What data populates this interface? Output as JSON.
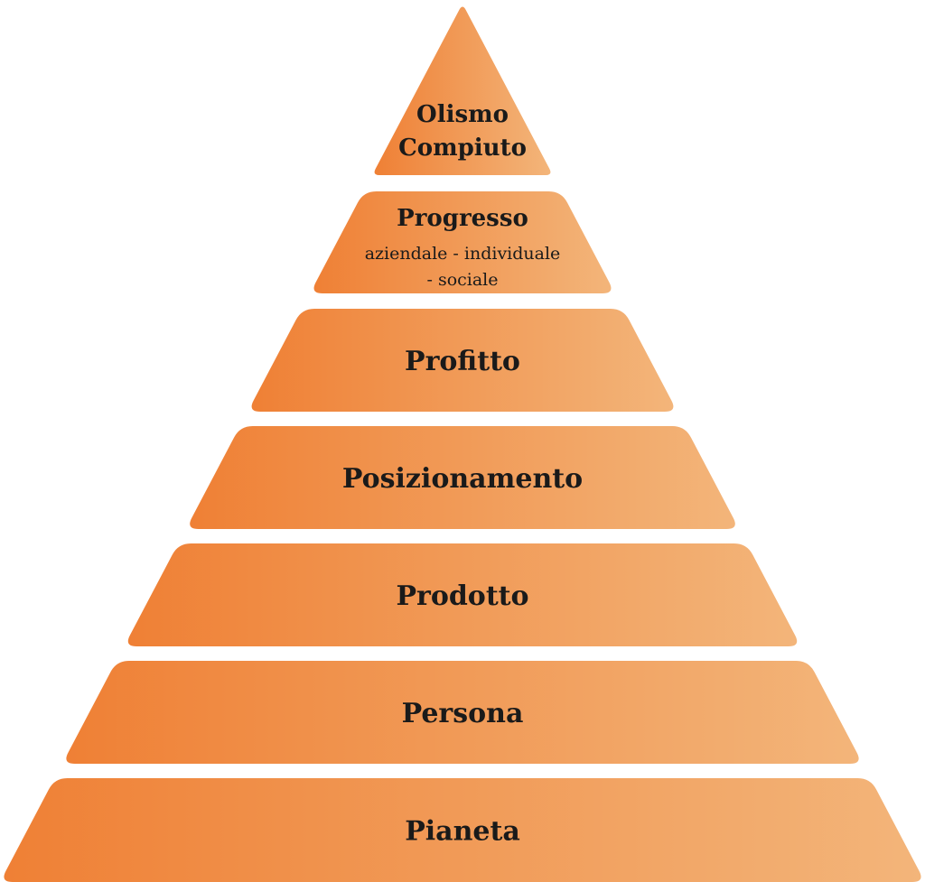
{
  "colors": {
    "gradient_start": "#EF8035",
    "gradient_end": "#F3B57A",
    "text": "#1a1a1a",
    "background": "#ffffff"
  },
  "pyramid": {
    "levels": [
      {
        "label_lines": [
          "Olismo",
          "Compiuto"
        ]
      },
      {
        "label_lines": [
          "Progresso"
        ],
        "sub_lines": [
          "aziendale - individuale",
          "- sociale"
        ]
      },
      {
        "label_lines": [
          "Profitto"
        ]
      },
      {
        "label_lines": [
          "Posizionamento"
        ]
      },
      {
        "label_lines": [
          "Prodotto"
        ]
      },
      {
        "label_lines": [
          "Persona"
        ]
      },
      {
        "label_lines": [
          "Pianeta"
        ]
      }
    ]
  }
}
